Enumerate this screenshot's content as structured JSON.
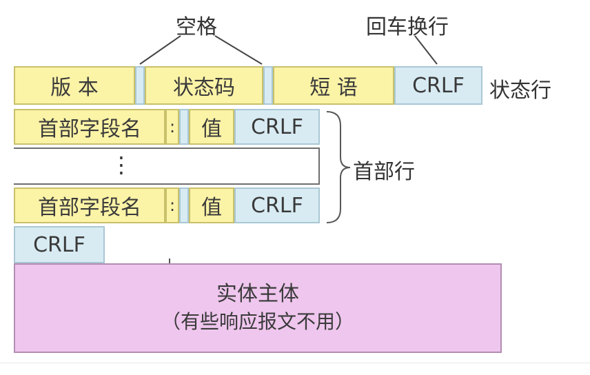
{
  "labels": {
    "space": "空格",
    "crlf_top": "回车换行",
    "status_line": "状态行",
    "header_lines": "首部行"
  },
  "status_line": {
    "version": "版 本",
    "status_code": "状态码",
    "phrase": "短 语",
    "crlf": "CRLF"
  },
  "header_row_1": {
    "field_name": "首部字段名",
    "colon": ":",
    "value": "值",
    "crlf": "CRLF"
  },
  "ellipsis": "⋮",
  "header_row_2": {
    "field_name": "首部字段名",
    "colon": ":",
    "value": "值",
    "crlf": "CRLF"
  },
  "blank_line": {
    "crlf": "CRLF"
  },
  "entity_body": {
    "title": "实体主体",
    "note": "（有些响应报文不用）"
  },
  "colors": {
    "yellow": "#fbf3a6",
    "blue": "#d8ebf3",
    "pink": "#efc6ee"
  }
}
